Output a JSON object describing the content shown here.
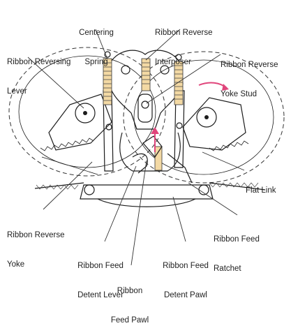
{
  "labels": {
    "centering_spring": [
      "Centering",
      "Spring"
    ],
    "ribbon_reverse_interposer": [
      "Ribbon Reverse",
      "Interposer"
    ],
    "ribbon_reversing_lever": [
      "Ribbon Reversing",
      "Lever"
    ],
    "ribbon_reverse_yoke_stud": [
      "Ribbon Reverse",
      "Yoke Stud"
    ],
    "flat_link": [
      "Flat Link"
    ],
    "ribbon_reverse_yoke": [
      "Ribbon Reverse",
      "Yoke"
    ],
    "ribbon_feed_ratchet": [
      "Ribbon Feed",
      "Ratchet"
    ],
    "ribbon_feed_detent_lever": [
      "Ribbon Feed",
      "Detent Lever"
    ],
    "ribbon_feed_detent_pawl": [
      "Ribbon Feed",
      "Detent Pawl"
    ],
    "ribbon_feed_pawl": [
      "Ribbon",
      "Feed Pawl"
    ]
  },
  "colors": {
    "line": "#1c1c1c",
    "spring_fill": "#f3d9a4",
    "arrow": "#e0457b",
    "label": "#222222"
  }
}
